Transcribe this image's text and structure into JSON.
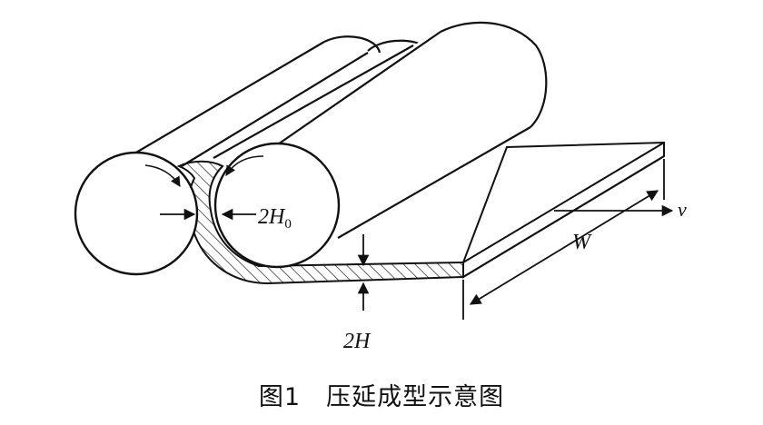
{
  "diagram": {
    "labels": {
      "gap_initial": {
        "main": "2H",
        "sub": "0"
      },
      "sheet_thickness": "2H",
      "velocity": "v",
      "width": "W"
    }
  },
  "caption": {
    "figure_number": "图1",
    "title": "压延成型示意图"
  },
  "colors": {
    "line": "#111111",
    "background": "#ffffff",
    "hatch": "#111111"
  }
}
